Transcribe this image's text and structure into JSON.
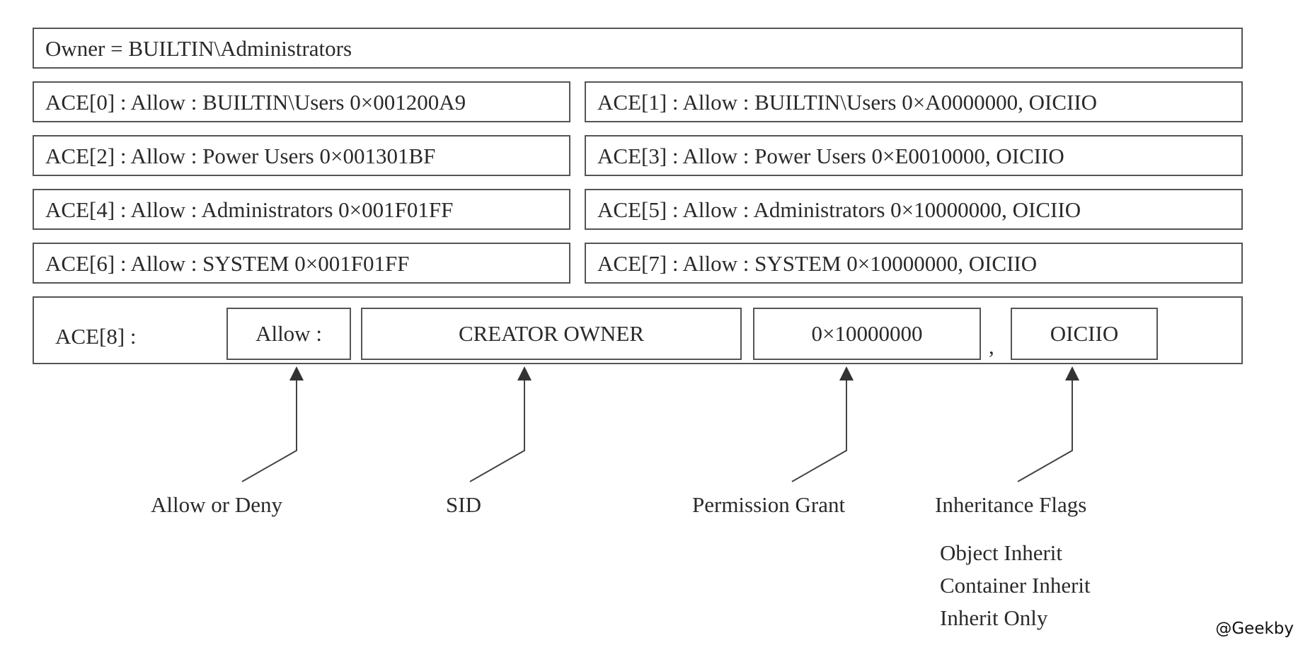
{
  "owner": "Owner = BUILTIN\\Administrators",
  "aces": [
    "ACE[0] : Allow : BUILTIN\\Users 0×001200A9",
    "ACE[1] : Allow : BUILTIN\\Users 0×A0000000, OICIIO",
    "ACE[2] : Allow : Power Users 0×001301BF",
    "ACE[3] : Allow : Power Users 0×E0010000, OICIIO",
    "ACE[4] : Allow : Administrators 0×001F01FF",
    "ACE[5] : Allow : Administrators 0×10000000, OICIIO",
    "ACE[6] : Allow : SYSTEM 0×001F01FF",
    "ACE[7] : Allow : SYSTEM 0×10000000, OICIIO"
  ],
  "ace8": {
    "label": "ACE[8] :",
    "type": "Allow :",
    "sid": "CREATOR OWNER",
    "mask": "0×10000000",
    "separator": ",",
    "flags": "OICIIO"
  },
  "callouts": {
    "type": "Allow or Deny",
    "sid": "SID",
    "mask": "Permission Grant",
    "flags": "Inheritance Flags"
  },
  "flag_meanings": [
    "Object Inherit",
    "Container Inherit",
    "Inherit Only"
  ],
  "watermark": "@Geekby"
}
